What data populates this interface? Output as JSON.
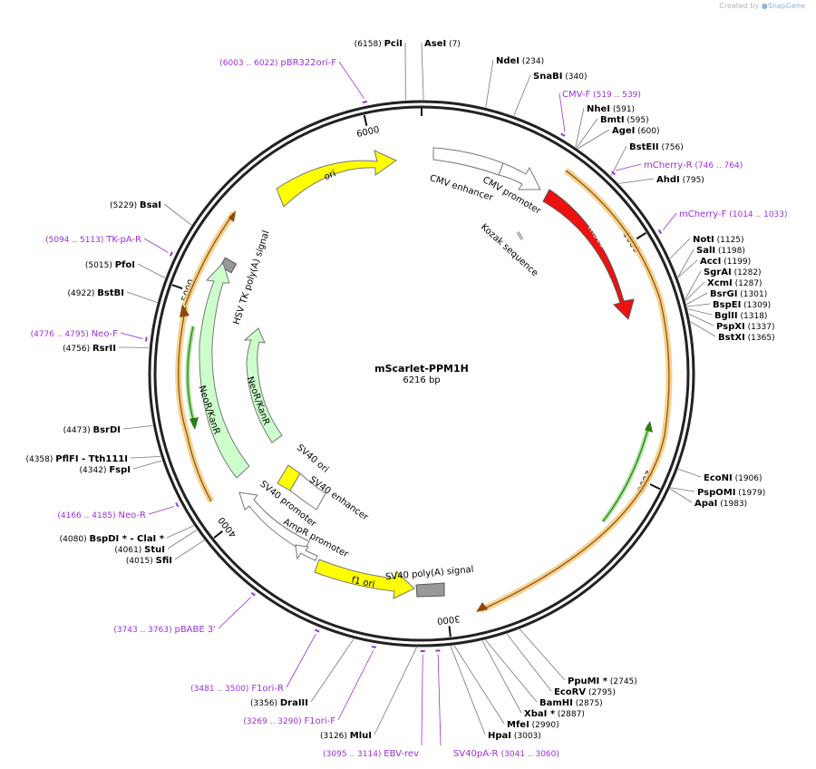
{
  "credit": {
    "prefix": "Created by",
    "brand": "SnapGene"
  },
  "plasmid": {
    "name": "mScarlet-PPM1H",
    "size_label": "6216 bp",
    "length": 6216
  },
  "colors": {
    "enzyme": "#000000",
    "primer": "#9b30d9",
    "ori": "#ffff00",
    "mscarlet": "#ee1111",
    "neo": "#ccffcc",
    "polya": "#999999",
    "arrow_outline": "#777777",
    "primer_bind": "#f3c97a"
  },
  "tick_marks": [
    {
      "pos": 1000,
      "label": "1000"
    },
    {
      "pos": 2000,
      "label": "2000"
    },
    {
      "pos": 3000,
      "label": "3000"
    },
    {
      "pos": 4000,
      "label": "4000"
    },
    {
      "pos": 5000,
      "label": "5000"
    },
    {
      "pos": 6000,
      "label": "6000"
    }
  ],
  "enzymes": [
    {
      "name": "PciI",
      "pos": 6158,
      "pos_label": "(6158)"
    },
    {
      "name": "AseI",
      "pos": 7,
      "pos_label": "(7)"
    },
    {
      "name": "NdeI",
      "pos": 234,
      "pos_label": "(234)"
    },
    {
      "name": "SnaBI",
      "pos": 340,
      "pos_label": "(340)"
    },
    {
      "name": "NheI",
      "pos": 591,
      "pos_label": "(591)"
    },
    {
      "name": "BmtI",
      "pos": 595,
      "pos_label": "(595)"
    },
    {
      "name": "AgeI",
      "pos": 600,
      "pos_label": "(600)"
    },
    {
      "name": "BstEII",
      "pos": 756,
      "pos_label": "(756)"
    },
    {
      "name": "AhdI",
      "pos": 795,
      "pos_label": "(795)"
    },
    {
      "name": "NotI",
      "pos": 1125,
      "pos_label": "(1125)"
    },
    {
      "name": "SalI",
      "pos": 1198,
      "pos_label": "(1198)"
    },
    {
      "name": "AccI",
      "pos": 1199,
      "pos_label": "(1199)"
    },
    {
      "name": "SgrAI",
      "pos": 1282,
      "pos_label": "(1282)"
    },
    {
      "name": "XcmI",
      "pos": 1287,
      "pos_label": "(1287)"
    },
    {
      "name": "BsrGI",
      "pos": 1301,
      "pos_label": "(1301)"
    },
    {
      "name": "BspEI",
      "pos": 1309,
      "pos_label": "(1309)"
    },
    {
      "name": "BglII",
      "pos": 1318,
      "pos_label": "(1318)"
    },
    {
      "name": "PspXI",
      "pos": 1337,
      "pos_label": "(1337)"
    },
    {
      "name": "BstXI",
      "pos": 1365,
      "pos_label": "(1365)"
    },
    {
      "name": "EcoNI",
      "pos": 1906,
      "pos_label": "(1906)"
    },
    {
      "name": "PspOMI",
      "pos": 1979,
      "pos_label": "(1979)"
    },
    {
      "name": "ApaI",
      "pos": 1983,
      "pos_label": "(1983)"
    },
    {
      "name": "PpuMI *",
      "pos": 2745,
      "pos_label": "(2745)"
    },
    {
      "name": "EcoRV",
      "pos": 2795,
      "pos_label": "(2795)"
    },
    {
      "name": "BamHI",
      "pos": 2875,
      "pos_label": "(2875)"
    },
    {
      "name": "XbaI *",
      "pos": 2887,
      "pos_label": "(2887)"
    },
    {
      "name": "MfeI",
      "pos": 2990,
      "pos_label": "(2990)"
    },
    {
      "name": "HpaI",
      "pos": 3003,
      "pos_label": "(3003)"
    },
    {
      "name": "MluI",
      "pos": 3126,
      "pos_label": "(3126)"
    },
    {
      "name": "DraIII",
      "pos": 3356,
      "pos_label": "(3356)"
    },
    {
      "name": "SfiI",
      "pos": 4015,
      "pos_label": "(4015)"
    },
    {
      "name": "StuI",
      "pos": 4061,
      "pos_label": "(4061)"
    },
    {
      "name": "BspDI *  - ClaI *",
      "pos": 4080,
      "pos_label": "(4080)"
    },
    {
      "name": "FspI",
      "pos": 4342,
      "pos_label": "(4342)"
    },
    {
      "name": "PflFI  - Tth111I",
      "pos": 4358,
      "pos_label": "(4358)"
    },
    {
      "name": "BsrDI",
      "pos": 4473,
      "pos_label": "(4473)"
    },
    {
      "name": "RsrII",
      "pos": 4756,
      "pos_label": "(4756)"
    },
    {
      "name": "BstBI",
      "pos": 4922,
      "pos_label": "(4922)"
    },
    {
      "name": "PfoI",
      "pos": 5015,
      "pos_label": "(5015)"
    },
    {
      "name": "BsaI",
      "pos": 5229,
      "pos_label": "(5229)"
    }
  ],
  "primers": [
    {
      "name": "pBR322ori-F",
      "range": "(6003 .. 6022)",
      "pos": 6012
    },
    {
      "name": "CMV-F",
      "range": "(519 .. 539)",
      "pos": 529
    },
    {
      "name": "mCherry-R",
      "range": "(746 .. 764)",
      "pos": 755
    },
    {
      "name": "mCherry-F",
      "range": "(1014 .. 1033)",
      "pos": 1023
    },
    {
      "name": "TK-pA-R",
      "range": "(5094 .. 5113)",
      "pos": 5103
    },
    {
      "name": "Neo-F",
      "range": "(4776 .. 4795)",
      "pos": 4785
    },
    {
      "name": "Neo-R",
      "range": "(4166 .. 4185)",
      "pos": 4175
    },
    {
      "name": "pBABE 3'",
      "range": "(3743 .. 3763)",
      "pos": 3753
    },
    {
      "name": "F1ori-R",
      "range": "(3481 .. 3500)",
      "pos": 3490
    },
    {
      "name": "F1ori-F",
      "range": "(3269 .. 3290)",
      "pos": 3279
    },
    {
      "name": "EBV-rev",
      "range": "(3095 .. 3114)",
      "pos": 3104
    },
    {
      "name": "SV40pA-R",
      "range": "(3041 .. 3060)",
      "pos": 3050
    }
  ],
  "features": [
    {
      "name": "ori",
      "start": 5640,
      "end": 6200
    },
    {
      "name": "CMV enhancer",
      "start": 100,
      "end": 480
    },
    {
      "name": "CMV promoter",
      "start": 480,
      "end": 680
    },
    {
      "name": "Kozak sequence",
      "start": 742,
      "end": 752
    },
    {
      "name": "mScarlet-I",
      "start": 760,
      "end": 1450
    },
    {
      "name": "HSV TK poly(A) signal",
      "start": 5085,
      "end": 5135
    },
    {
      "name": "NeoR/KanR",
      "start": 4200,
      "end": 4990
    },
    {
      "name": "NeoR/KanR",
      "start": 4440,
      "end": 5070
    },
    {
      "name": "SV40 ori",
      "start": 3930,
      "end": 4030
    },
    {
      "name": "SV40 enhancer",
      "start": 3880,
      "end": 4030
    },
    {
      "name": "SV40 promoter",
      "start": 3620,
      "end": 4170
    },
    {
      "name": "AmpR promoter",
      "start": 3600,
      "end": 3700
    },
    {
      "name": "f1 ori",
      "start": 3170,
      "end": 3600
    },
    {
      "name": "SV40 poly(A) signal",
      "start": 3010,
      "end": 3130
    }
  ]
}
